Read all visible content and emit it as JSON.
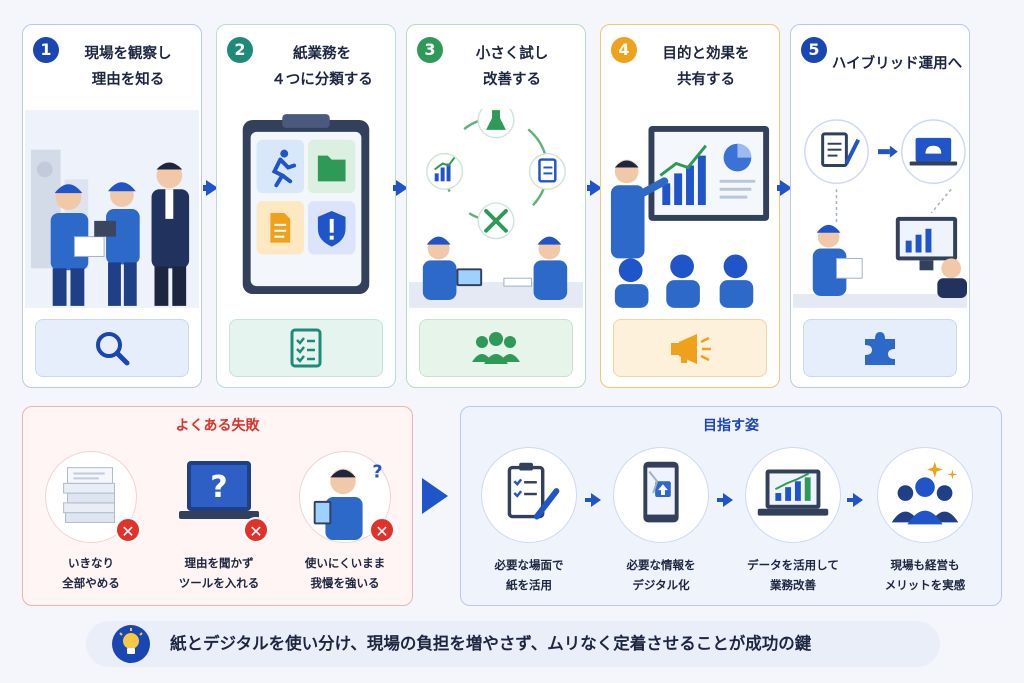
{
  "steps": [
    {
      "number": "1",
      "title": "現場を観察し\n理由を知る",
      "footer_icon": "search-icon"
    },
    {
      "number": "2",
      "title": "紙業務を\n４つに分類する",
      "footer_icon": "checklist-icon"
    },
    {
      "number": "3",
      "title": "小さく試し\n改善する",
      "footer_icon": "team-icon"
    },
    {
      "number": "4",
      "title": "目的と効果を\n共有する",
      "footer_icon": "megaphone-icon"
    },
    {
      "number": "5",
      "title": "ハイブリッド運用へ",
      "footer_icon": "puzzle-icon"
    }
  ],
  "failures": {
    "title": "よくある失敗",
    "items": [
      {
        "label": "いきなり\n全部やめる",
        "icon": "paper-stack-icon"
      },
      {
        "label": "理由を聞かず\nツールを入れる",
        "icon": "laptop-question-icon"
      },
      {
        "label": "使いにくいまま\n我慢を強いる",
        "icon": "confused-worker-icon"
      }
    ]
  },
  "goals": {
    "title": "目指す姿",
    "items": [
      {
        "label": "必要な場面で\n紙を活用",
        "icon": "clipboard-pen-icon"
      },
      {
        "label": "必要な情報を\nデジタル化",
        "icon": "tablet-upload-icon"
      },
      {
        "label": "データを活用して\n業務改善",
        "icon": "laptop-chart-icon"
      },
      {
        "label": "現場も経営も\nメリットを実感",
        "icon": "people-sparkle-icon"
      }
    ]
  },
  "key_message": "紙とデジタルを使い分け、現場の負担を増やさず、ムリなく定着させることが成功の鍵",
  "colors": {
    "primary_blue": "#1a46b4",
    "teal": "#1e8a7a",
    "green": "#2f9a58",
    "orange": "#f0a11c",
    "red": "#e0322b"
  }
}
